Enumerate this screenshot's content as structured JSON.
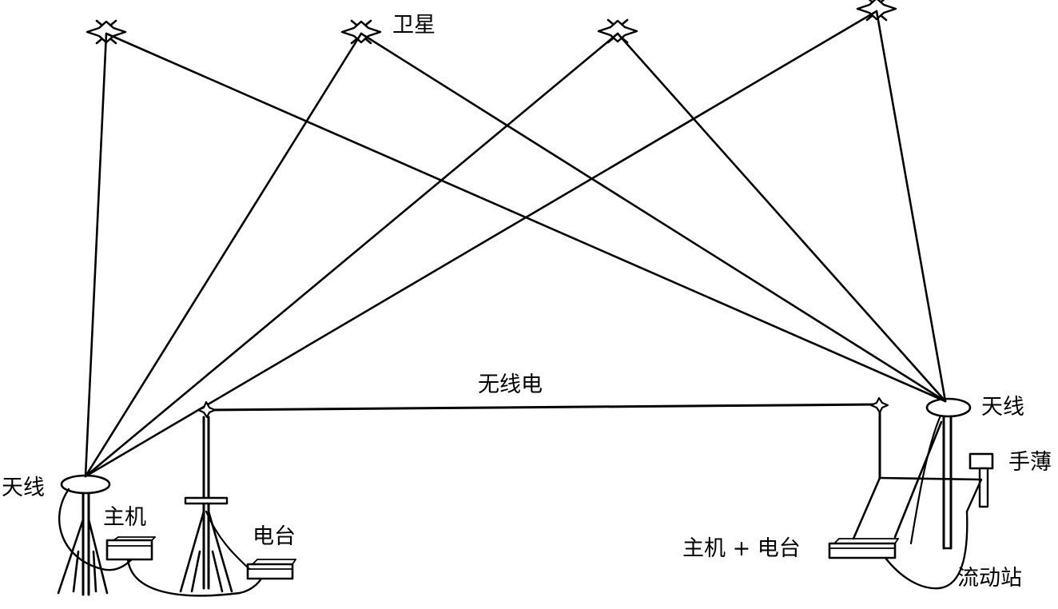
{
  "labels": {
    "satellite": "卫星",
    "radio": "无线电",
    "antenna_base": "天线",
    "antenna_rover": "天线",
    "host": "主机",
    "radio_station": "电台",
    "handbook": "手薄",
    "host_plus_radio": "主机 + 电台",
    "rover_station": "流动站"
  },
  "colors": {
    "line": "#000000",
    "background": "#ffffff"
  },
  "icons": [
    "satellite-icon",
    "antenna-icon",
    "tripod-icon",
    "radio-mast-icon",
    "receiver-box-icon"
  ]
}
